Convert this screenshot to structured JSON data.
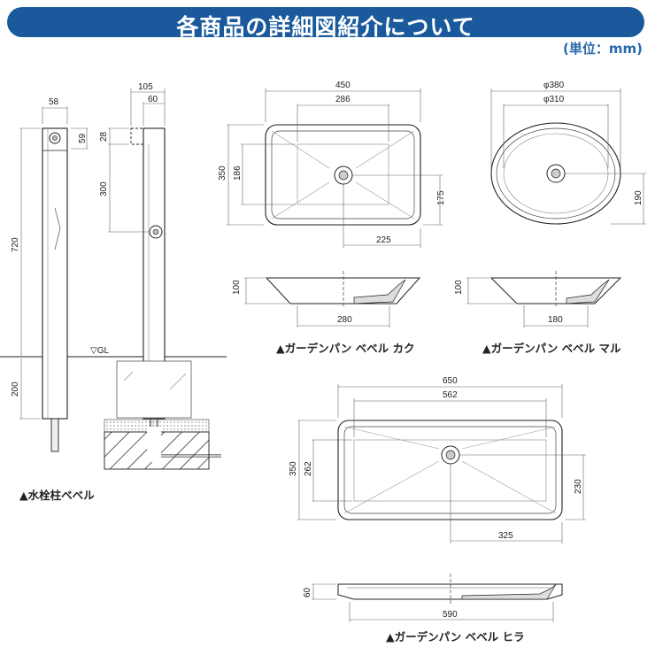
{
  "header": {
    "title": "各商品の詳細図紹介について",
    "unit": "(単位：mm)"
  },
  "post": {
    "caption": "▲水栓柱ベベル",
    "dims": {
      "top_width": "58",
      "side_width_total": "105",
      "side_width_inner": "60",
      "top_hole_offset": "59",
      "side_top_drop": "28",
      "faucet_height": "300",
      "above_ground": "720",
      "below_ground": "200"
    },
    "ground_label": "▽GL"
  },
  "basin_kaku": {
    "caption": "▲ガーデンパン ベベル カク",
    "dims": {
      "outer_width": "450",
      "inner_width": "286",
      "outer_depth": "350",
      "inner_depth": "186",
      "drain_y": "175",
      "drain_x": "225",
      "height": "100",
      "drain_section": "280"
    }
  },
  "basin_maru": {
    "caption": "▲ガーデンパン ベベル マル",
    "dims": {
      "outer_diameter": "φ380",
      "inner_diameter": "φ310",
      "drain_y": "190",
      "height": "100",
      "drain_section": "180"
    }
  },
  "basin_hira": {
    "caption": "▲ガーデンパン ベベル ヒラ",
    "dims": {
      "outer_width": "650",
      "inner_width": "562",
      "outer_depth": "350",
      "inner_depth": "262",
      "drain_y": "230",
      "drain_x": "325",
      "height": "60",
      "drain_section": "590"
    }
  }
}
